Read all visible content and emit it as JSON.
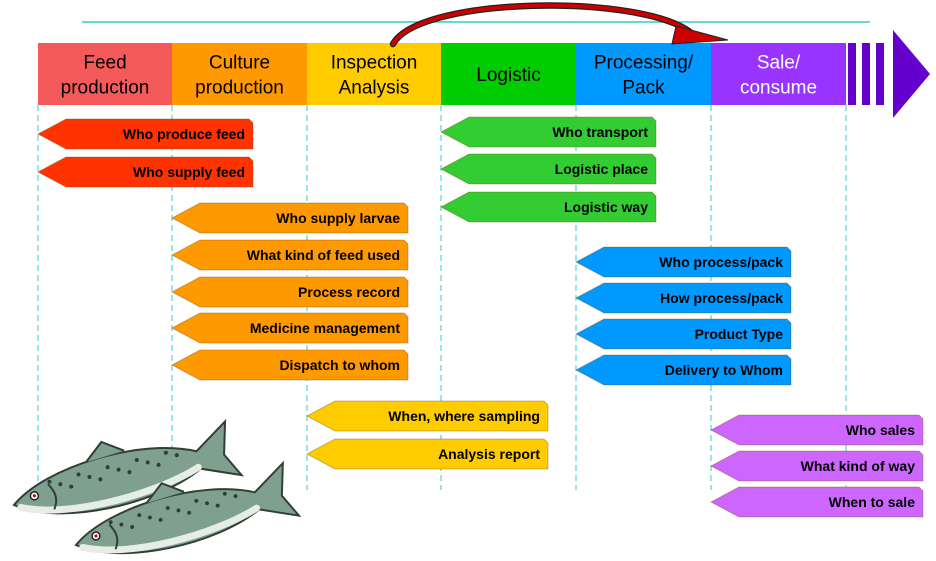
{
  "stages": [
    {
      "lines": [
        "Feed",
        "production"
      ],
      "color": "#f55a5a",
      "text_color": "#000000"
    },
    {
      "lines": [
        "Culture",
        "production"
      ],
      "color": "#ff9900",
      "text_color": "#000000"
    },
    {
      "lines": [
        "Inspection",
        "Analysis"
      ],
      "color": "#ffcc00",
      "text_color": "#000000"
    },
    {
      "lines": [
        "Logistic"
      ],
      "color": "#00cc00",
      "text_color": "#000000"
    },
    {
      "lines": [
        "Processing/",
        "Pack"
      ],
      "color": "#0099ff",
      "text_color": "#000000"
    },
    {
      "lines": [
        "Sale/",
        "consume"
      ],
      "color": "#9933ff",
      "text_color": "#ffffff"
    }
  ],
  "groups": [
    {
      "stage": "Feed production",
      "color": "#ff3300",
      "items": [
        "Who produce feed",
        "Who supply feed"
      ]
    },
    {
      "stage": "Culture production",
      "color": "#ff9900",
      "items": [
        "Who supply larvae",
        "What kind of feed used",
        "Process record",
        "Medicine management",
        "Dispatch to whom"
      ]
    },
    {
      "stage": "Inspection Analysis",
      "color": "#ffcc00",
      "items": [
        "When, where sampling",
        "Analysis report"
      ]
    },
    {
      "stage": "Logistic",
      "color": "#33cc33",
      "items": [
        "Who transport",
        "Logistic place",
        "Logistic way"
      ]
    },
    {
      "stage": "Processing/Pack",
      "color": "#0099ff",
      "items": [
        "Who process/pack",
        "How process/pack",
        "Product Type",
        "Delivery to Whom"
      ]
    },
    {
      "stage": "Sale/consume",
      "color": "#cc66ff",
      "items": [
        "Who sales",
        "What kind of way",
        "When to sale"
      ]
    }
  ],
  "colors": {
    "guide_line": "#33cccc",
    "end_arrow": "#6600cc",
    "curved_arrow": "#cc0000",
    "fish_body": "#7f9f8f",
    "fish_belly": "#e6ece6"
  },
  "icons": [
    "fish-illustration",
    "curved-arrow",
    "end-arrow"
  ]
}
